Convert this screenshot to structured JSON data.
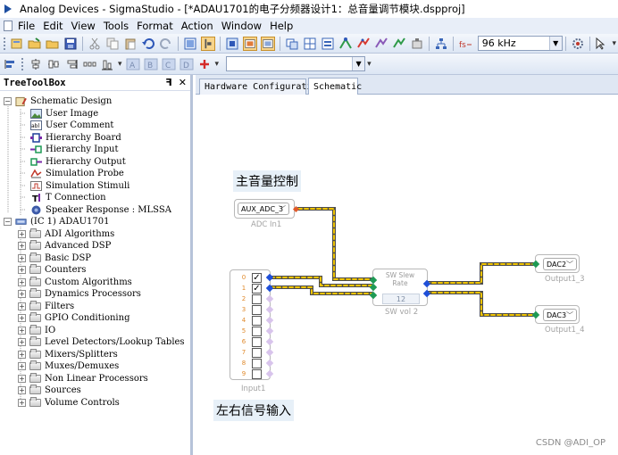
{
  "window": {
    "title": "Analog Devices - SigmaStudio - [*ADAU1701的电子分频器设计1：总音量调节模块.dspproj]"
  },
  "menu": [
    "File",
    "Edit",
    "View",
    "Tools",
    "Format",
    "Action",
    "Window",
    "Help"
  ],
  "toolbar": {
    "sample_rate": "96 kHz",
    "sample_rate_prefix_icon": "fs-icon",
    "blank_combo_value": ""
  },
  "toolbox": {
    "title": "TreeToolBox",
    "pin_glyph": "ꟻ",
    "close_glyph": "✕",
    "schematic_design": {
      "label": "Schematic Design",
      "items": [
        {
          "label": "User Image",
          "icon": "image-icon"
        },
        {
          "label": "User Comment",
          "icon": "comment-icon"
        },
        {
          "label": "Hierarchy Board",
          "icon": "hierarchy-board-icon"
        },
        {
          "label": "Hierarchy Input",
          "icon": "hierarchy-input-icon"
        },
        {
          "label": "Hierarchy Output",
          "icon": "hierarchy-output-icon"
        },
        {
          "label": "Simulation Probe",
          "icon": "probe-icon"
        },
        {
          "label": "Simulation Stimuli",
          "icon": "stimuli-icon"
        },
        {
          "label": "T Connection",
          "icon": "t-connection-icon"
        },
        {
          "label": "Speaker Response : MLSSA",
          "icon": "speaker-icon"
        }
      ]
    },
    "ic": {
      "label": "(IC 1) ADAU1701",
      "categories": [
        "ADI Algorithms",
        "Advanced DSP",
        "Basic DSP",
        "Counters",
        "Custom Algorithms",
        "Dynamics Processors",
        "Filters",
        "GPIO Conditioning",
        "IO",
        "Level Detectors/Lookup Tables",
        "Mixers/Splitters",
        "Muxes/Demuxes",
        "Non Linear Processors",
        "Sources",
        "Volume Controls"
      ]
    }
  },
  "tabs": [
    {
      "label": "Hardware Configuration",
      "active": false
    },
    {
      "label": "Schematic",
      "active": true
    }
  ],
  "schematic": {
    "annotation_top": "主音量控制",
    "annotation_bottom": "左右信号输入",
    "adc_block": {
      "value": "AUX_ADC_3",
      "caption": "ADC In1"
    },
    "input_block": {
      "caption": "Input1",
      "channels": [
        {
          "num": "0",
          "checked": true
        },
        {
          "num": "1",
          "checked": true
        },
        {
          "num": "2",
          "checked": false
        },
        {
          "num": "3",
          "checked": false
        },
        {
          "num": "4",
          "checked": false
        },
        {
          "num": "5",
          "checked": false
        },
        {
          "num": "6",
          "checked": false
        },
        {
          "num": "7",
          "checked": false
        },
        {
          "num": "8",
          "checked": false
        },
        {
          "num": "9",
          "checked": false
        }
      ]
    },
    "sw_block": {
      "line1": "SW Slew",
      "line2": "Rate",
      "value": "12",
      "caption": "SW vol 2"
    },
    "outputs": [
      {
        "value": "DAC2",
        "caption": "Output1_3"
      },
      {
        "value": "DAC3",
        "caption": "Output1_4"
      }
    ],
    "wire_color": "#e8b400"
  },
  "watermark": "CSDN @ADI_OP"
}
